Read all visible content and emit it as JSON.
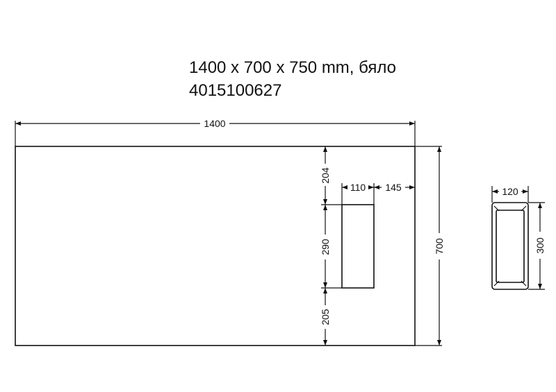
{
  "header": {
    "line1": "1400 x 700 x 750 mm, бяло",
    "line2": "4015100627"
  },
  "dimensions": {
    "overall_width": "1400",
    "overall_height": "700",
    "niche_top_offset": "204",
    "niche_height": "290",
    "niche_bottom_offset": "205",
    "niche_width": "110",
    "niche_side_offset": "145",
    "section_width": "120",
    "section_height": "300"
  }
}
